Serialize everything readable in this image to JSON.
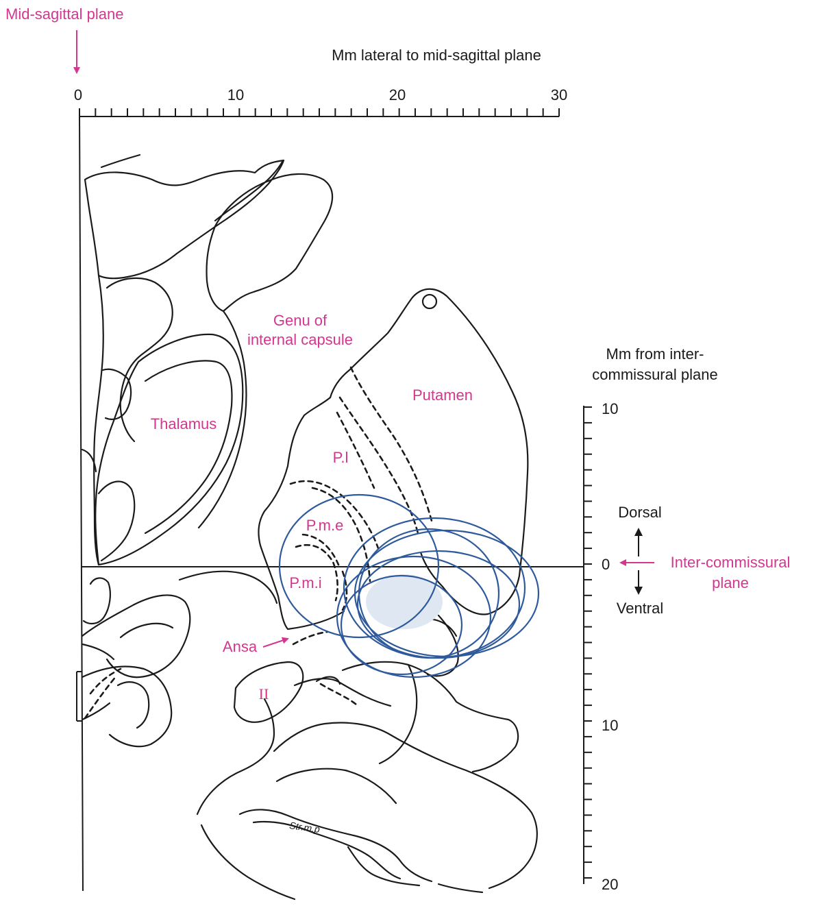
{
  "colors": {
    "annotation": "#d4368f",
    "outline": "#1a1a1a",
    "target_circles": "#2e5a9c",
    "overlap_fill": "#dfe7f3"
  },
  "header": {
    "mid_sagittal_label": "Mid-sagittal plane",
    "x_axis_title": "Mm lateral to mid-sagittal plane",
    "x_ticks": [
      "0",
      "10",
      "20",
      "30"
    ]
  },
  "right_axis": {
    "title_line1": "Mm from inter-",
    "title_line2": "commissural plane",
    "ticks": [
      "10",
      "0",
      "10",
      "20"
    ],
    "dorsal": "Dorsal",
    "ventral": "Ventral",
    "plane_line1": "Inter-commissural",
    "plane_line2": "plane"
  },
  "structures": {
    "genu_line1": "Genu of",
    "genu_line2": "internal capsule",
    "putamen": "Putamen",
    "thalamus": "Thalamus",
    "pl": "P.l",
    "pme": "P.m.e",
    "pmi": "P.m.i",
    "ansa": "Ansa",
    "optic": "II",
    "strmp": "Str.m.p"
  }
}
